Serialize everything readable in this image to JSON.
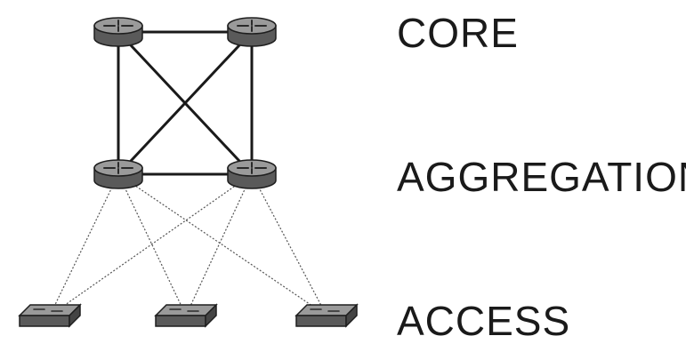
{
  "labels": {
    "core": "CORE",
    "aggregation": "AGGREGATION",
    "access": "ACCESS"
  },
  "nodes": {
    "core": [
      {
        "id": "core-router-left",
        "kind": "router",
        "icon": "router-icon"
      },
      {
        "id": "core-router-right",
        "kind": "router",
        "icon": "router-icon"
      }
    ],
    "aggregation": [
      {
        "id": "aggregation-router-left",
        "kind": "router",
        "icon": "router-icon"
      },
      {
        "id": "aggregation-router-right",
        "kind": "router",
        "icon": "router-icon"
      }
    ],
    "access": [
      {
        "id": "access-switch-left",
        "kind": "switch",
        "icon": "switch-icon"
      },
      {
        "id": "access-switch-middle",
        "kind": "switch",
        "icon": "switch-icon"
      },
      {
        "id": "access-switch-right",
        "kind": "switch",
        "icon": "switch-icon"
      }
    ]
  },
  "links": [
    {
      "from": "core-router-left",
      "to": "core-router-right",
      "style": "solid"
    },
    {
      "from": "core-router-left",
      "to": "aggregation-router-left",
      "style": "solid"
    },
    {
      "from": "core-router-right",
      "to": "aggregation-router-right",
      "style": "solid"
    },
    {
      "from": "core-router-left",
      "to": "aggregation-router-right",
      "style": "solid"
    },
    {
      "from": "core-router-right",
      "to": "aggregation-router-left",
      "style": "solid"
    },
    {
      "from": "aggregation-router-left",
      "to": "aggregation-router-right",
      "style": "solid"
    },
    {
      "from": "aggregation-router-left",
      "to": "access-switch-left",
      "style": "dotted"
    },
    {
      "from": "aggregation-router-left",
      "to": "access-switch-middle",
      "style": "dotted"
    },
    {
      "from": "aggregation-router-left",
      "to": "access-switch-right",
      "style": "dotted"
    },
    {
      "from": "aggregation-router-right",
      "to": "access-switch-left",
      "style": "dotted"
    },
    {
      "from": "aggregation-router-right",
      "to": "access-switch-middle",
      "style": "dotted"
    },
    {
      "from": "aggregation-router-right",
      "to": "access-switch-right",
      "style": "dotted"
    }
  ],
  "colors": {
    "device_body": "#5a5a5a",
    "device_top": "#9a9a9a",
    "device_outline": "#1e1e1e",
    "link": "#1a1a1a",
    "access_link": "#555555",
    "text": "#1a1a1a"
  }
}
